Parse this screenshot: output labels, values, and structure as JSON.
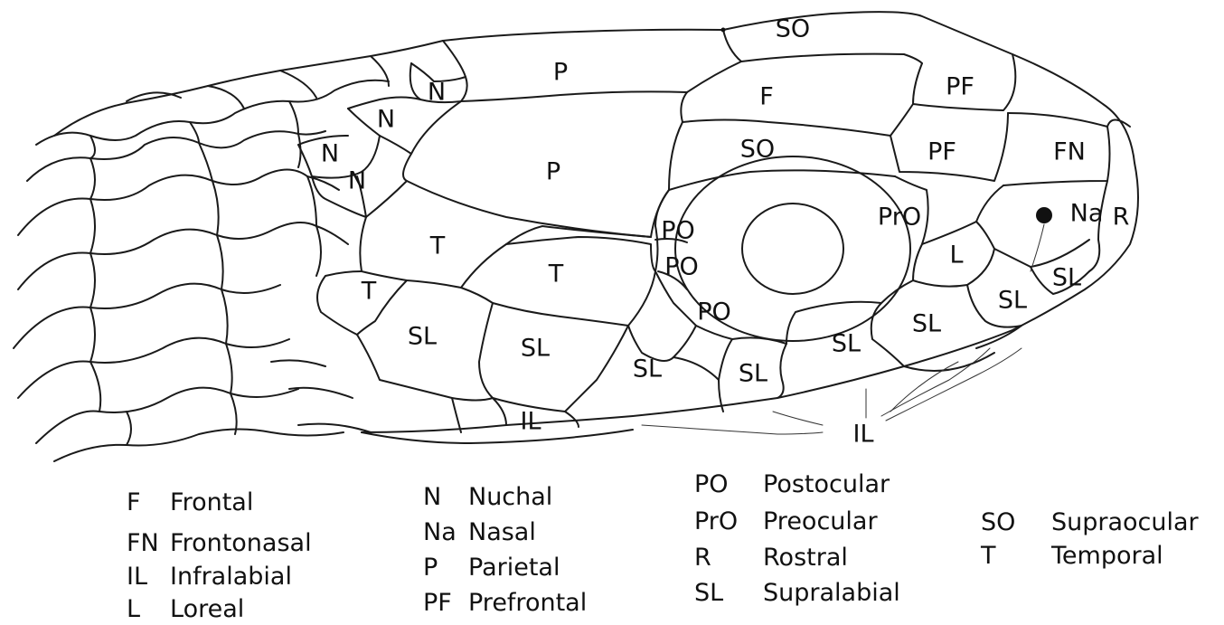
{
  "diagram": {
    "scale_labels": {
      "so_top": "SO",
      "p_top": "P",
      "n1": "N",
      "n2": "N",
      "n3": "N",
      "n4": "N",
      "f": "F",
      "pf_top": "PF",
      "pf_mid": "PF",
      "fn": "FN",
      "r": "R",
      "na": "Na",
      "so_mid": "SO",
      "p_mid": "P",
      "po1": "PO",
      "po2": "PO",
      "po3": "PO",
      "pro": "PrO",
      "l": "L",
      "t1": "T",
      "t2": "T",
      "t3": "T",
      "sl1": "SL",
      "sl2": "SL",
      "sl3": "SL",
      "sl4": "SL",
      "sl5": "SL",
      "sl6": "SL",
      "sl7": "SL",
      "sl8": "SL",
      "il1": "IL",
      "il2": "IL"
    }
  },
  "legend": {
    "col1": [
      {
        "abbr": "F",
        "name": "Frontal"
      },
      {
        "abbr": "FN",
        "name": "Frontonasal"
      },
      {
        "abbr": "IL",
        "name": "Infralabial"
      },
      {
        "abbr": "L",
        "name": "Loreal"
      }
    ],
    "col2": [
      {
        "abbr": "N",
        "name": "Nuchal"
      },
      {
        "abbr": "Na",
        "name": "Nasal"
      },
      {
        "abbr": "P",
        "name": "Parietal"
      },
      {
        "abbr": "PF",
        "name": "Prefrontal"
      }
    ],
    "col3": [
      {
        "abbr": "PO",
        "name": "Postocular"
      },
      {
        "abbr": "PrO",
        "name": "Preocular"
      },
      {
        "abbr": "R",
        "name": "Rostral"
      },
      {
        "abbr": "SL",
        "name": "Supralabial"
      }
    ],
    "col4": [
      {
        "abbr": "SO",
        "name": "Supraocular"
      },
      {
        "abbr": "T",
        "name": "Temporal"
      }
    ]
  }
}
